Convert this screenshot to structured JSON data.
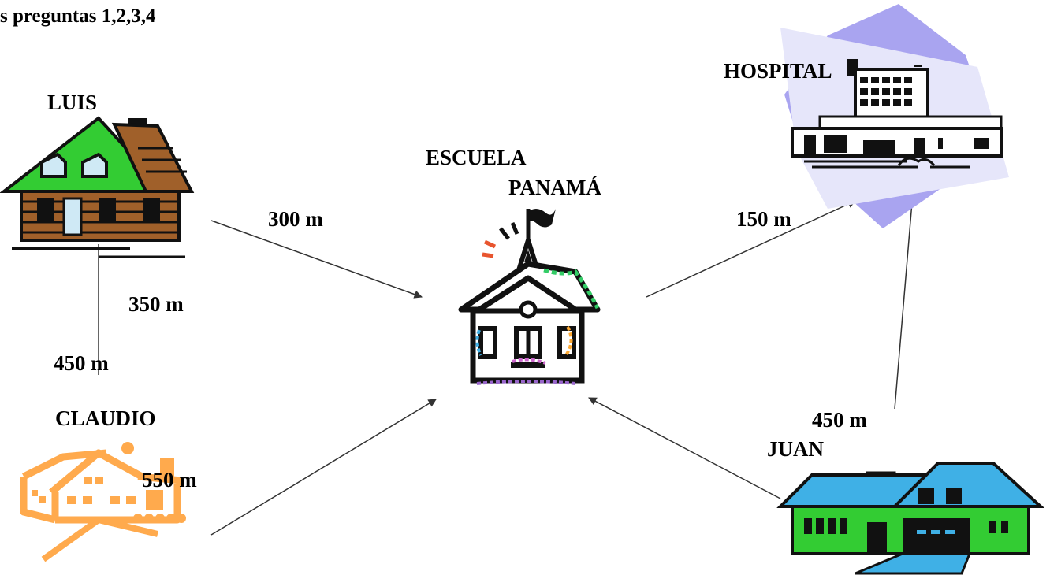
{
  "header": {
    "text": "s preguntas 1,2,3,4"
  },
  "places": {
    "luis": "LUIS",
    "claudio": "CLAUDIO",
    "escuela_line1": "ESCUELA",
    "escuela_line2": "PANAMÁ",
    "hospital": "HOSPITAL",
    "juan": "JUAN"
  },
  "distances": {
    "luis_escuela": "300 m",
    "luis_side": "350 m",
    "luis_claudio": "450 m",
    "claudio_escuela": "550 m",
    "escuela_hospital": "150 m",
    "juan_hospital": "450 m"
  },
  "colors": {
    "luis_roof": "#33cc33",
    "luis_wood": "#a0602a",
    "luis_window": "#cfe9f5",
    "claudio_house": "#ffaa4d",
    "juan_wall": "#33cc33",
    "juan_roof": "#3fb0e6",
    "hospital_backdrop": "#e6e6fa",
    "hospital_shape": "#a9a4f0",
    "arrow": "#333333"
  },
  "icons": [
    "log-house-icon",
    "orange-house-icon",
    "school-icon",
    "hospital-icon",
    "green-house-icon"
  ]
}
